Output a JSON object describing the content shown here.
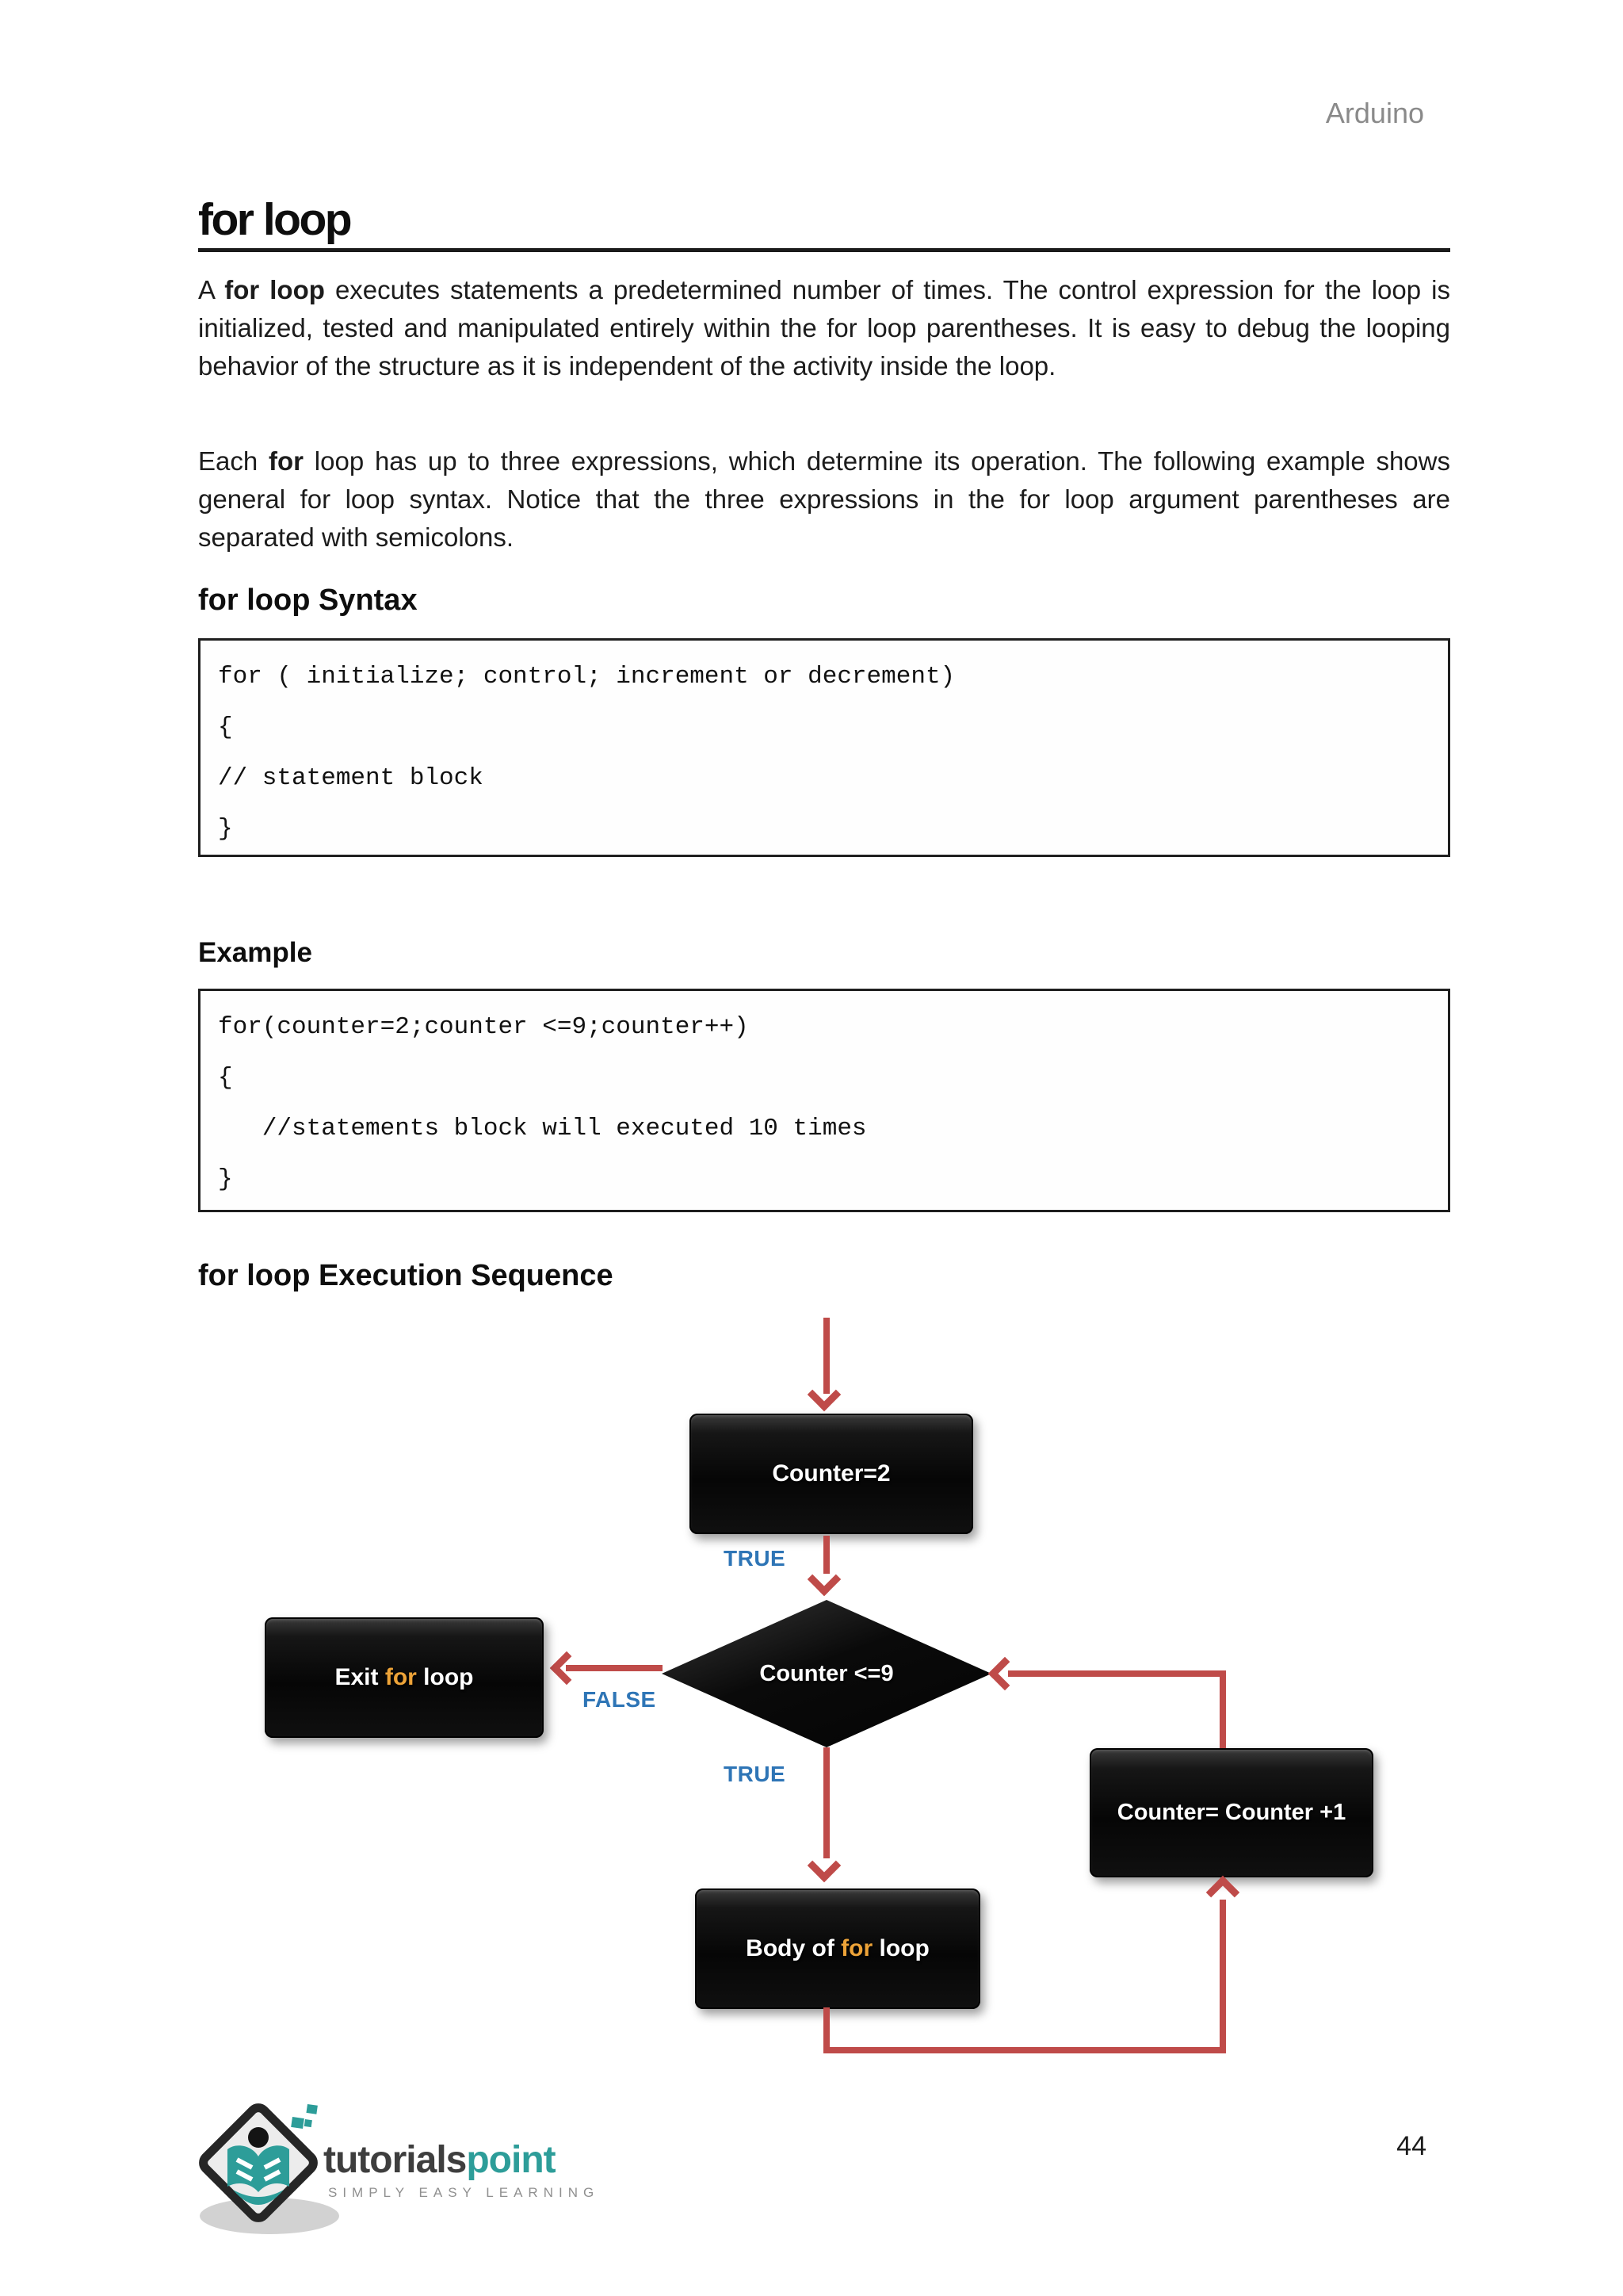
{
  "page": {
    "header_brand": "Arduino",
    "title": "for loop",
    "page_number": "44"
  },
  "content": {
    "intro_rich": [
      {
        "t": "A "
      },
      {
        "t": "for loop",
        "b": true
      },
      {
        "t": " executes statements a predetermined number of times. The control expression for the loop is initialized, tested and manipulated entirely within the for loop parentheses. It is easy to debug the looping behavior of the structure as it is independent of the activity inside the loop."
      }
    ],
    "para2_rich": [
      {
        "t": "Each "
      },
      {
        "t": "for",
        "b": true
      },
      {
        "t": " loop has up to three expressions, which determine its operation. The following example shows general for loop syntax. Notice that the three expressions in the for loop argument parentheses are separated with semicolons."
      }
    ],
    "syntax_heading": "for loop Syntax",
    "syntax_code": [
      "for ( initialize; control; increment or decrement)",
      "{",
      "// statement block",
      "}"
    ],
    "example_heading": "Example",
    "example_code": [
      "for(counter=2;counter <=9;counter++)",
      "{",
      "   //statements block will executed 10 times",
      "}"
    ],
    "exec_heading": "for loop Execution Sequence"
  },
  "flowchart": {
    "init_label": "Counter=2",
    "condition_label": "Counter <=9",
    "exit_rich": [
      {
        "t": "Exit "
      },
      {
        "t": "for",
        "c": "#eda338"
      },
      {
        "t": " loop"
      }
    ],
    "body_rich": [
      {
        "t": "Body of "
      },
      {
        "t": "for",
        "c": "#eda338"
      },
      {
        "t": " loop"
      }
    ],
    "increment_label": "Counter= Counter +1",
    "labels": {
      "true_top": "TRUE",
      "false_label": "FALSE",
      "true_bottom": "TRUE"
    },
    "colors": {
      "arrow_red": "#bf4b49",
      "label_blue": "#2e75b6",
      "for_orange": "#eda338",
      "box_black": "#0a0a0a"
    }
  },
  "footer": {
    "logo_word_dark": "tutorials",
    "logo_word_teal": "point",
    "tagline": "SIMPLY EASY LEARNING",
    "logo_teal": "#2d9d99"
  }
}
